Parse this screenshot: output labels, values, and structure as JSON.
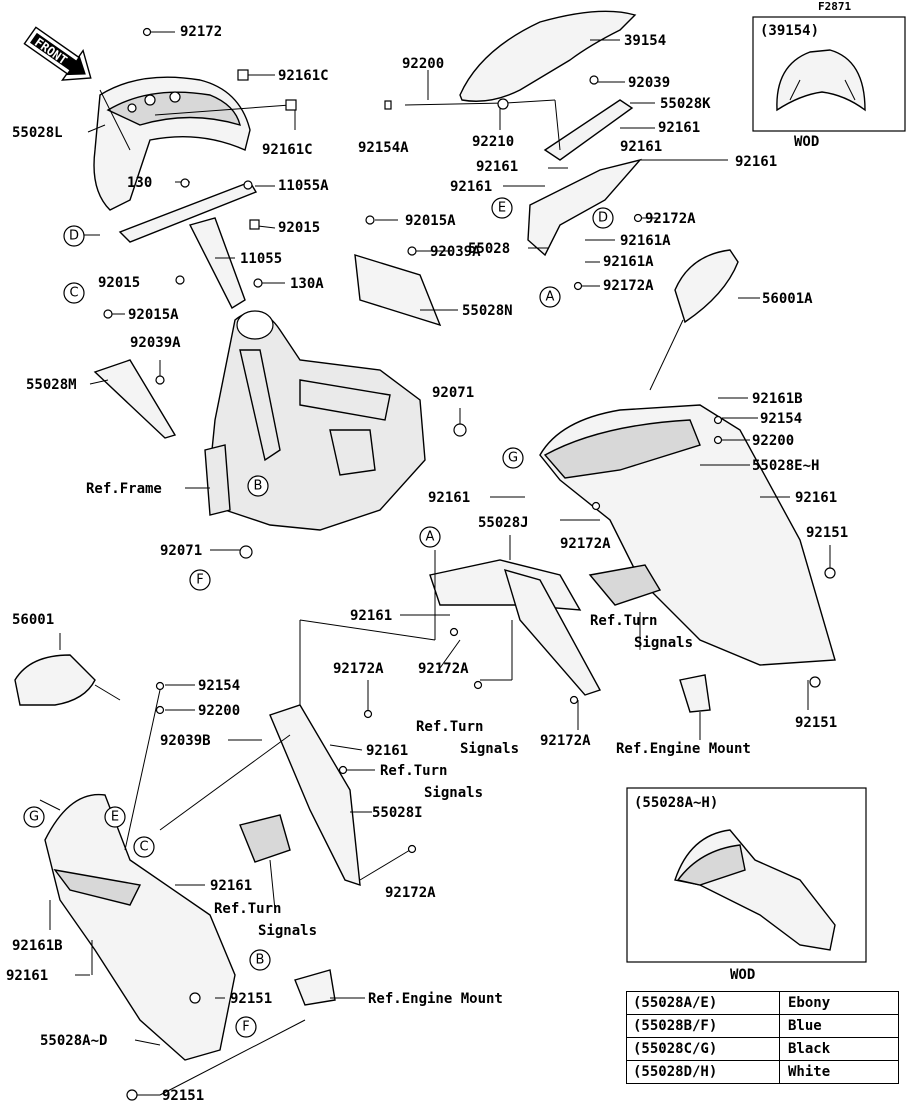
{
  "figure_code": "F2871",
  "front_label": "FRONT",
  "labels": {
    "l92172_top": "92172",
    "l92161C_1": "92161C",
    "l55028L": "55028L",
    "l92161C_2": "92161C",
    "l130": "130",
    "l11055A": "11055A",
    "l92015_r": "92015",
    "l92015_l": "92015",
    "l11055": "11055",
    "l130A": "130A",
    "l92015A_l": "92015A",
    "l92039A_l": "92039A",
    "l55028M": "55028M",
    "l39154": "39154",
    "l92200_t": "92200",
    "l92039": "92039",
    "l55028K": "55028K",
    "l92154A": "92154A",
    "l92210": "92210",
    "l92161_a": "92161",
    "l92161_b": "92161",
    "l92161_c": "92161",
    "l92161_d": "92161",
    "l92161_e": "92161",
    "l92172A_a": "92172A",
    "l92161A_a": "92161A",
    "l55028": "55028",
    "l92161A_b": "92161A",
    "l92172A_b": "92172A",
    "l92015A_c": "92015A",
    "l92039A_c": "92039A",
    "l55028N": "55028N",
    "l56001A": "56001A",
    "l92071_a": "92071",
    "l92161B_r": "92161B",
    "l92154_r": "92154",
    "l92200_r": "92200",
    "l55028EH": "55028E~H",
    "lRefFrame": "Ref.Frame",
    "l92161_f": "92161",
    "l92161_g": "92161",
    "l55028J": "55028J",
    "l92172A_c": "92172A",
    "l92151_a": "92151",
    "l92071_b": "92071",
    "l92161_h": "92161",
    "l56001": "56001",
    "lRefTurnSignals_1": "Ref.Turn",
    "lRefTurnSignals_1b": "Signals",
    "l92172A_d": "92172A",
    "l92154_l": "92154",
    "l92200_l": "92200",
    "l92172A_e": "92172A",
    "l92039B": "92039B",
    "l92161_i": "92161",
    "lRefTurnSignals_2": "Ref.Turn",
    "lRefTurnSignals_2b": "Signals",
    "lRefTurnSignals_3": "Ref.Turn",
    "lRefTurnSignals_3b": "Signals",
    "l92172A_f": "92172A",
    "lRefEngineMount_1": "Ref.Engine Mount",
    "l92151_b": "92151",
    "l55028I": "55028I",
    "lRefTurnSignals_4": "Ref.Turn",
    "lRefTurnSignals_4b": "Signals",
    "l92161_j": "92161",
    "l92172A_g": "92172A",
    "l92161B_l": "92161B",
    "l92161_k": "92161",
    "l92151_c": "92151",
    "lRefEngineMount_2": "Ref.Engine Mount",
    "l55028AD": "55028A~D",
    "l92151_d": "92151"
  },
  "callouts": {
    "D1": "D",
    "C1": "C",
    "E1": "E",
    "D2": "D",
    "A1": "A",
    "B1": "B",
    "F1": "F",
    "G1": "G",
    "A2": "A",
    "G2": "G",
    "E2": "E",
    "C2": "C",
    "B2": "B",
    "F2": "F"
  },
  "inset_top": {
    "part": "(39154)",
    "caption": "WOD"
  },
  "inset_bottom": {
    "part": "(55028A~H)",
    "caption": "WOD"
  },
  "color_table": [
    {
      "code": "(55028A/E)",
      "color": "Ebony"
    },
    {
      "code": "(55028B/F)",
      "color": "Blue"
    },
    {
      "code": "(55028C/G)",
      "color": "Black"
    },
    {
      "code": "(55028D/H)",
      "color": "White"
    }
  ]
}
